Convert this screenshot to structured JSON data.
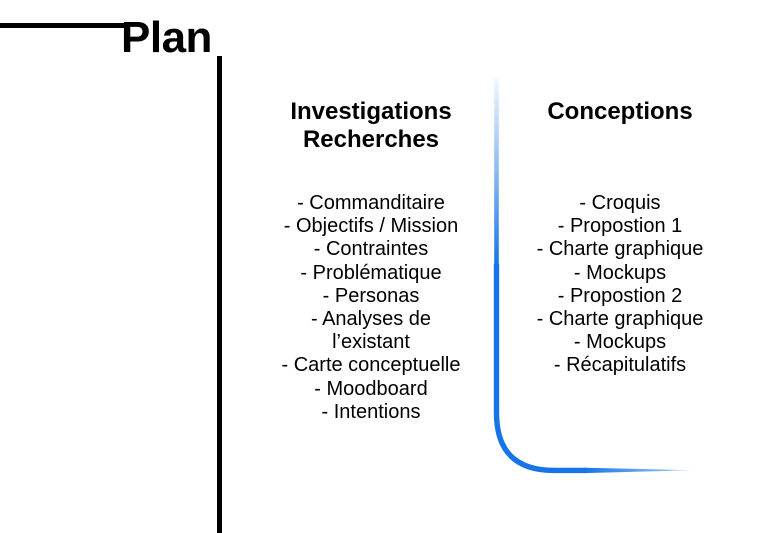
{
  "title": "Plan",
  "colors": {
    "accent_blue": "#1673E8",
    "accent_blue_light": "#5FA0F0",
    "rule_black": "#000000",
    "background": "#FFFFFF"
  },
  "columns": [
    {
      "heading": "Investigations Recherches",
      "items": [
        "- Commanditaire",
        "- Objectifs / Mission",
        "- Contraintes",
        "- Problématique",
        "- Personas",
        "- Analyses de l’existant",
        "- Carte conceptuelle",
        "- Moodboard",
        "- Intentions"
      ]
    },
    {
      "heading": "Conceptions",
      "items": [
        "- Croquis",
        "- Propostion 1",
        "- Charte graphique",
        "- Mockups",
        "- Propostion 2",
        "- Charte graphique",
        "- Mockups",
        "- Récapitulatifs"
      ]
    }
  ]
}
